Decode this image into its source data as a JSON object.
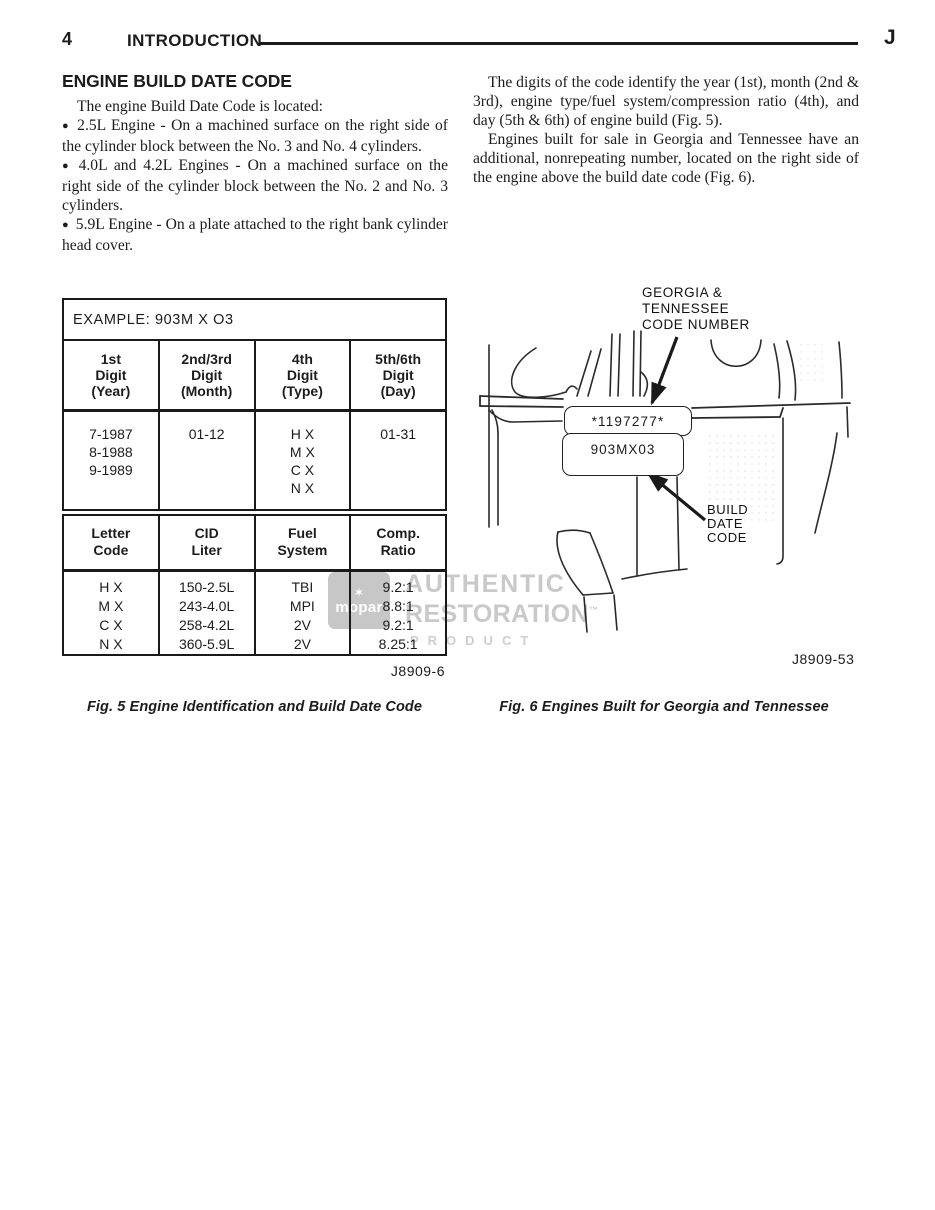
{
  "header": {
    "page_number": "4",
    "section_title": "INTRODUCTION",
    "section_letter": "J"
  },
  "glyphs": {
    "bullet": "●"
  },
  "left_column": {
    "heading": "ENGINE BUILD DATE CODE",
    "intro": "The engine Build Date Code is located:",
    "bullets": [
      "2.5L Engine - On a machined surface on the right side of the cylinder block between the No. 3 and No. 4 cylinders.",
      "4.0L and 4.2L Engines - On a machined surface on the right side of the cylinder block between the No. 2 and No. 3 cylinders.",
      "5.9L Engine - On a plate attached to the right bank cylinder head cover."
    ]
  },
  "right_column": {
    "paragraphs": [
      "The digits of the code identify the year (1st), month (2nd & 3rd), engine type/fuel system/compression ratio (4th), and day (5th & 6th) of engine build (Fig. 5).",
      "Engines built for sale in Georgia and Tennessee have an additional, nonrepeating number, located on the right side of the engine above the build date code (Fig. 6)."
    ]
  },
  "fig5": {
    "example": "EXAMPLE: 903M X O3",
    "digit_table": {
      "headers": [
        "1st\nDigit\n(Year)",
        "2nd/3rd\nDigit\n(Month)",
        "4th\nDigit\n(Type)",
        "5th/6th\nDigit\n(Day)"
      ],
      "cells": [
        "7-1987\n8-1988\n9-1989",
        "01-12",
        "H X\nM X\nC X\nN X",
        "01-31"
      ]
    },
    "engine_table": {
      "headers": [
        "Letter\nCode",
        "CID\nLiter",
        "Fuel\nSystem",
        "Comp.\nRatio"
      ],
      "cells": [
        "H X\nM X\nC X\nN X",
        "150-2.5L\n243-4.0L\n258-4.2L\n360-5.9L",
        "TBI\nMPI\n2V\n2V",
        "9.2:1\n8.8:1\n9.2:1\n8.25:1"
      ]
    },
    "ref": "J8909-6",
    "caption": "Fig. 5 Engine Identification and Build Date Code"
  },
  "fig6": {
    "label_top": "GEORGIA &\nTENNESSEE\nCODE NUMBER",
    "plate_top": "*1197277*",
    "plate_bottom": "903MX03",
    "label_bottom": "BUILD\nDATE\nCODE",
    "ref": "J8909-53",
    "caption": "Fig. 6 Engines Built for Georgia and Tennessee"
  },
  "watermark": {
    "logo_glyph": "✶",
    "logo_text": "mopar",
    "line1": "AUTHENTIC",
    "line2": "RESTORATION",
    "tm": "™",
    "line3": "PRODUCT",
    "color": "#c9c9c9"
  },
  "colors": {
    "ink": "#1c1c1c",
    "watermark_gray": "#c9c9c9"
  }
}
